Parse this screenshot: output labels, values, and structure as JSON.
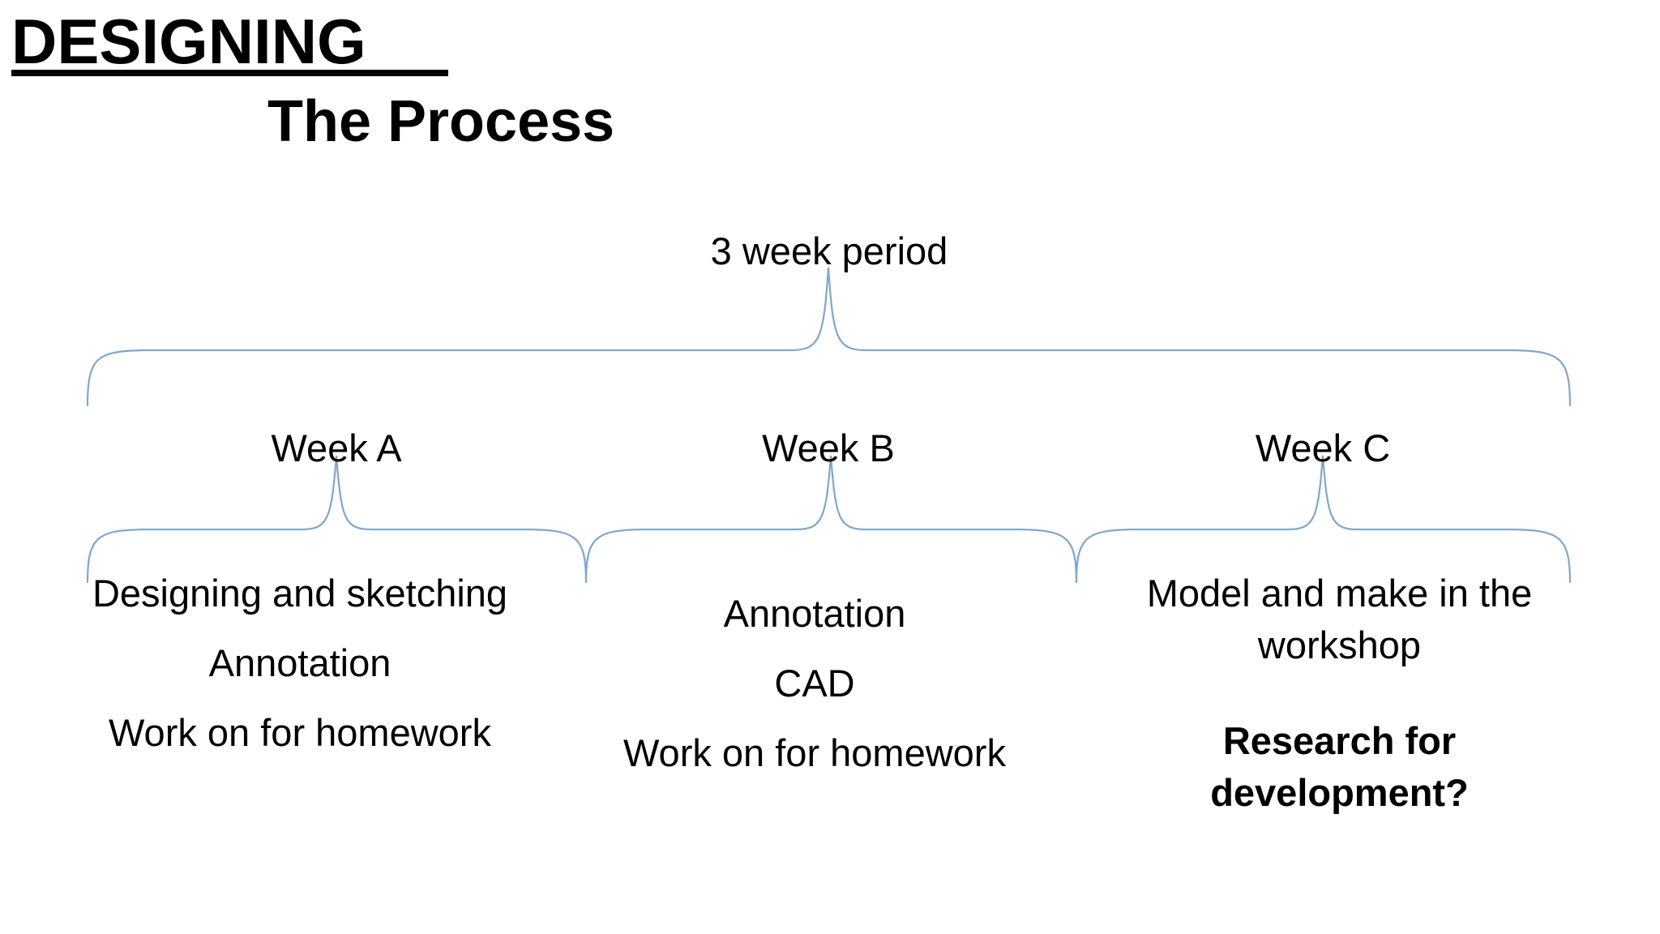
{
  "title": {
    "main": "DESIGNING",
    "sub": "The Process"
  },
  "diagram": {
    "period_label": "3 week period",
    "brace_color": "#7FA7CC",
    "columns": [
      {
        "week_label": "Week A",
        "items": [
          "Designing and sketching",
          "Annotation",
          "Work on for homework"
        ]
      },
      {
        "week_label": "Week B",
        "items": [
          "Annotation",
          "CAD",
          "Work on for homework"
        ]
      },
      {
        "week_label": "Week C",
        "items": [
          "Model and make in the workshop",
          "Research for development?"
        ]
      }
    ]
  }
}
